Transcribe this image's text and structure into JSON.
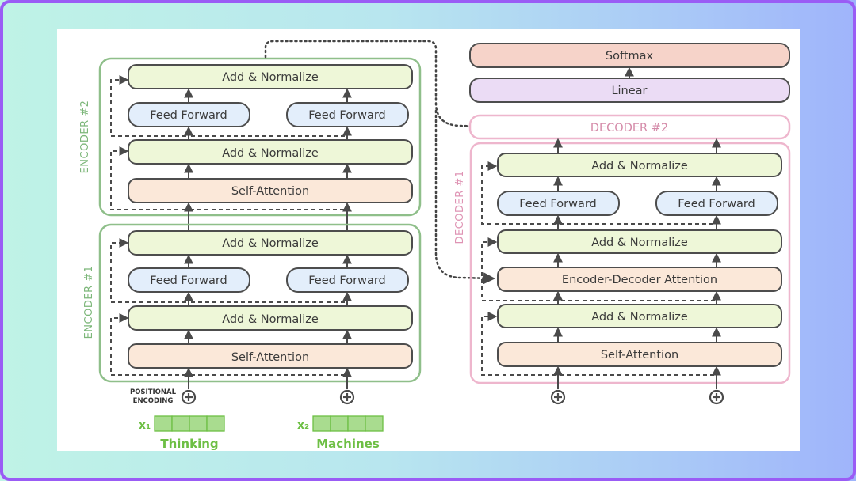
{
  "colors": {
    "frame": "#9a5cf5",
    "encoder_border": "#8fbf8a",
    "decoder_border": "#eeb6cd",
    "add_norm_fill": "#eef7d8",
    "feed_forward_fill": "#e3eefb",
    "attention_fill": "#fbe8d9",
    "softmax_fill": "#f6d3c9",
    "linear_fill": "#ebdcf5",
    "embedding_fill": "#a9dc8f"
  },
  "encoder2": {
    "label": "ENCODER #2",
    "add_norm_top": "Add & Normalize",
    "ff_left": "Feed Forward",
    "ff_right": "Feed Forward",
    "add_norm_mid": "Add & Normalize",
    "self_attention": "Self-Attention"
  },
  "encoder1": {
    "label": "ENCODER #1",
    "add_norm_top": "Add & Normalize",
    "ff_left": "Feed Forward",
    "ff_right": "Feed Forward",
    "add_norm_mid": "Add & Normalize",
    "self_attention": "Self-Attention"
  },
  "decoder_top": {
    "softmax": "Softmax",
    "linear": "Linear",
    "decoder2": "DECODER #2"
  },
  "decoder1": {
    "label": "DECODER #1",
    "add_norm_top": "Add & Normalize",
    "ff_left": "Feed Forward",
    "ff_right": "Feed Forward",
    "add_norm_2": "Add & Normalize",
    "enc_dec_attention": "Encoder-Decoder Attention",
    "add_norm_1": "Add & Normalize",
    "self_attention": "Self-Attention"
  },
  "inputs": {
    "positional_line1": "POSITIONAL",
    "positional_line2": "ENCODING",
    "x1_label": "x₁",
    "x2_label": "x₂",
    "word1": "Thinking",
    "word2": "Machines"
  }
}
